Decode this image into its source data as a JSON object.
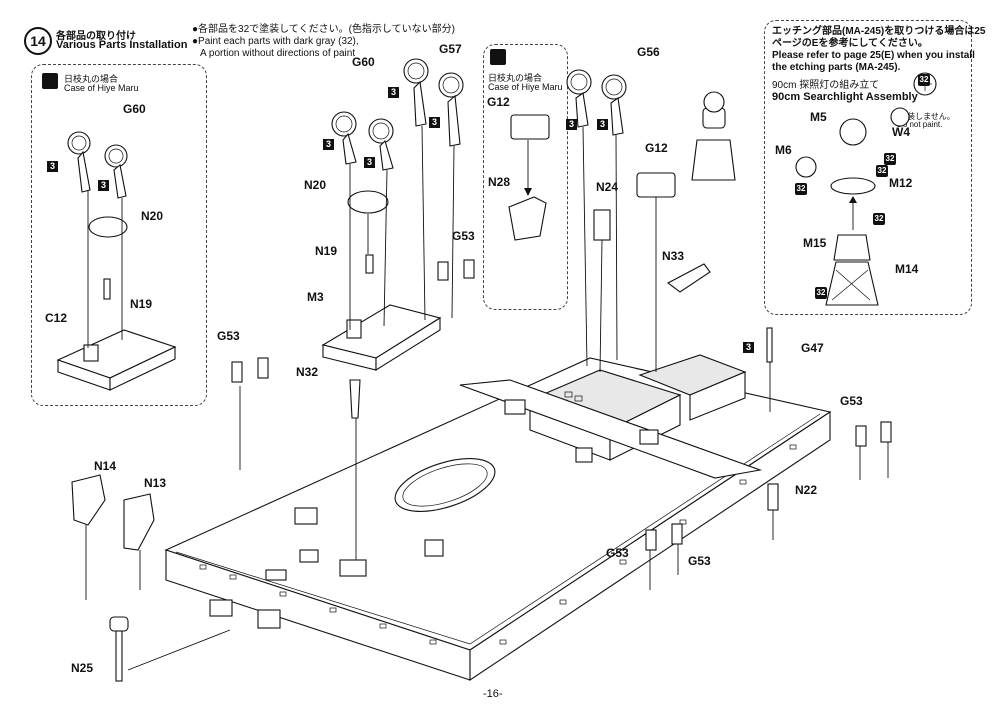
{
  "step": {
    "number": "14",
    "title_jp": "各部品の取り付け",
    "title_en": "Various Parts Installation"
  },
  "paint_note": {
    "jp": "●各部品を32で塗装してください。(色指示していない部分)",
    "en_line1": "●Paint each parts with dark gray (32),",
    "en_line2": "A portion without directions of paint"
  },
  "hiye_left": {
    "jp": "日枝丸の場合",
    "en": "Case of Hiye Maru"
  },
  "hiye_mid": {
    "jp": "日枝丸の場合",
    "en": "Case of Hiye Maru"
  },
  "etching_note": {
    "line1": "エッチング部品(MA-245)を取りつける場合は25",
    "line2": "ページのEを参考にしてください。",
    "line3": "Please refer to page 25(E) when you install",
    "line4": "the etching parts (MA-245)."
  },
  "searchlight": {
    "jp": "90cm 探照灯の組み立て",
    "en": "90cm Searchlight Assembly",
    "nopaint_jp": "塗装しません。",
    "nopaint_en": "Do not paint."
  },
  "labels": {
    "g60_left": "G60",
    "n20_left": "N20",
    "n19_left": "N19",
    "c12": "C12",
    "g60_mid": "G60",
    "g57": "G57",
    "n20_mid": "N20",
    "n19_mid": "N19",
    "m3": "M3",
    "g12_mid": "G12",
    "n28": "N28",
    "g53_top": "G53",
    "g56": "G56",
    "n24": "N24",
    "g12_right": "G12",
    "n33": "N33",
    "g53_left": "G53",
    "n32": "N32",
    "g47": "G47",
    "g53_right": "G53",
    "n22": "N22",
    "n14": "N14",
    "n13": "N13",
    "g53_b1": "G53",
    "g53_b2": "G53",
    "n25": "N25",
    "m5": "M5",
    "w4": "W4",
    "m6": "M6",
    "m12": "M12",
    "m15": "M15",
    "m14": "M14"
  },
  "badges": {
    "three": "3",
    "thirty_two": "32"
  },
  "page_number": "-16-"
}
